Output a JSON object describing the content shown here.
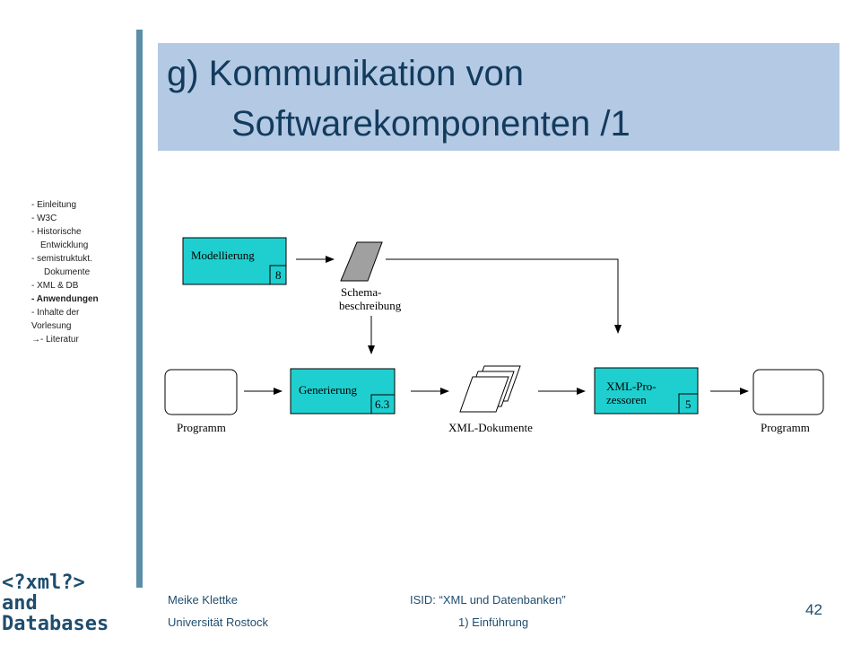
{
  "title": {
    "line1": "g)  Kommunikation von",
    "line2": "Softwarekomponenten /1"
  },
  "nav": {
    "items": [
      "- Einleitung",
      "- W3C",
      "- Historische",
      "Entwicklung",
      "- semistruktukt.",
      "Dokumente",
      "- XML & DB",
      "- Anwendungen",
      "- Inhalte der",
      "Vorlesung",
      "→- Literatur"
    ]
  },
  "logo": {
    "line1": "<?xml?>",
    "line2": "and",
    "line3": "Databases"
  },
  "footer": {
    "author": "Meike Klettke",
    "university": "Universität Rostock",
    "course": "ISID:  “XML und Datenbanken”",
    "chapter": "1) Einführung",
    "page": "42"
  },
  "diagram": {
    "modellierung": {
      "label": "Modellierung",
      "num": "8"
    },
    "schema": {
      "line1": "Schema-",
      "line2": "beschreibung"
    },
    "generierung": {
      "label": "Generierung",
      "num": "6.3"
    },
    "xmlpro": {
      "line1": "XML-Pro-",
      "line2": "zessoren",
      "num": "5"
    },
    "programm_left": "Programm",
    "xml_dokumente": "XML-Dokumente",
    "programm_right": "Programm"
  },
  "colors": {
    "accent_box": "#1fcfcf",
    "title_bg": "#b4c9e3",
    "bar": "#5b8fa8"
  }
}
